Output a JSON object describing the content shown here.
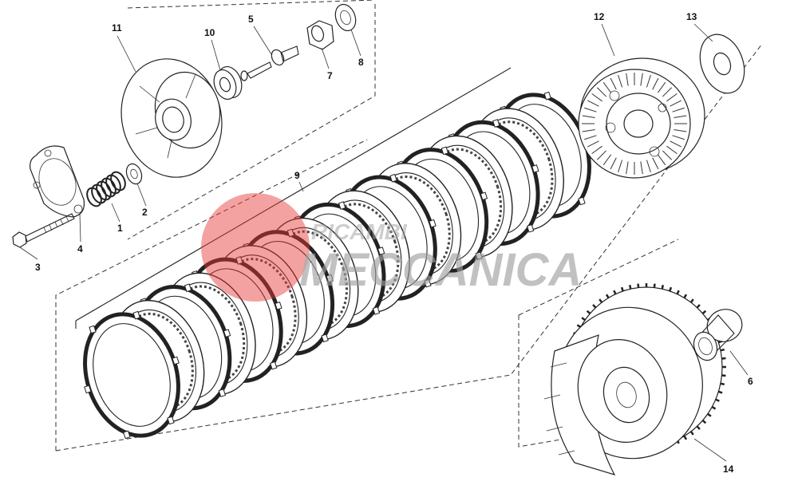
{
  "diagram": {
    "callouts": {
      "p1": "1",
      "p2": "2",
      "p3": "3",
      "p4": "4",
      "p5": "5",
      "p6": "6",
      "p7": "7",
      "p8": "8",
      "p9": "9",
      "p10": "10",
      "p11": "11",
      "p12": "12",
      "p13": "13",
      "p14": "14"
    },
    "watermark": {
      "line1": "RICAMBI",
      "line2": "MECCANICA",
      "colors": {
        "circle": "#e53935",
        "text": "#9e9e9e"
      }
    },
    "colors": {
      "line": "#222222",
      "background": "#ffffff"
    }
  }
}
